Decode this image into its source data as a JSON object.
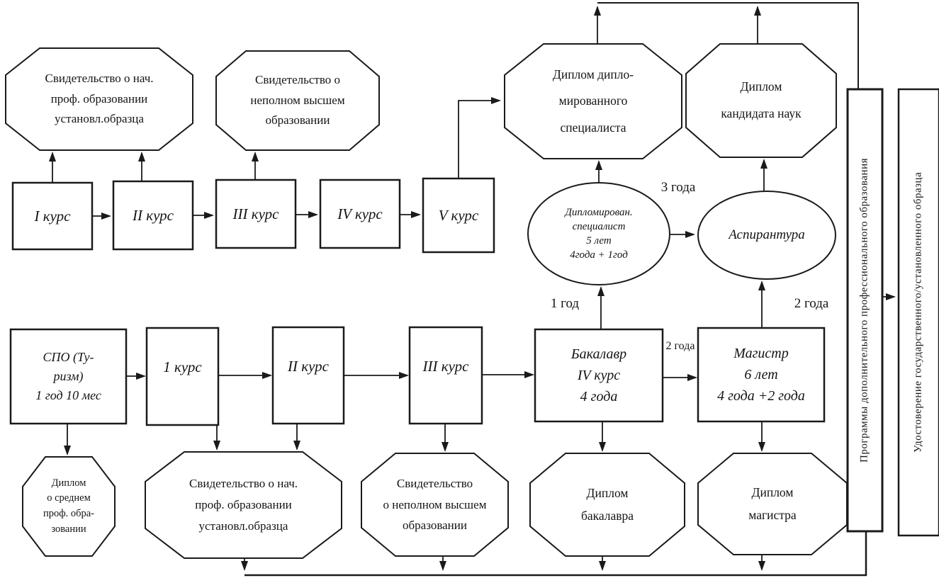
{
  "flowchart": {
    "top_row": {
      "octagons": [
        {
          "label": "Свидетельство о нач.\nпроф. образовании\nустановл.образца"
        },
        {
          "label": "Свидетельство о\nнеполном высшем\nобразовании"
        },
        {
          "label": "Диплом дипло-\nмированного\nспециалиста"
        },
        {
          "label": "Диплом\nкандидата наук"
        }
      ],
      "courses": [
        {
          "label": "I курс"
        },
        {
          "label": "II курс"
        },
        {
          "label": "III курс"
        },
        {
          "label": "IV курс"
        },
        {
          "label": "V курс"
        }
      ]
    },
    "ellipses": [
      {
        "label": "Дипломирован.\nспециалист\n5 лет\n4года + 1год"
      },
      {
        "label": "Аспирантура"
      }
    ],
    "duration_labels": {
      "three_years": "3 года",
      "one_year": "1 год",
      "two_years_right": "2 года",
      "two_years_mid": "2 года"
    },
    "bottom_row": {
      "courses": [
        {
          "label": "СПО (Ту-\nризм)\n1 год 10 мес"
        },
        {
          "label": "1 курс"
        },
        {
          "label": "II курс"
        },
        {
          "label": "III курс"
        },
        {
          "label": "Бакалавр\nIV курс\n4 года"
        },
        {
          "label": "Магистр\n6 лет\n4 года +2 года"
        }
      ],
      "octagons": [
        {
          "label": "Диплом\nо среднем\nпроф. обра-\nзовании"
        },
        {
          "label": "Свидетельство о нач.\nпроф. образовании\nустановл.образца"
        },
        {
          "label": "Свидетельство\nо неполном высшем\nобразовании"
        },
        {
          "label": "Диплом\nбакалавра"
        },
        {
          "label": "Диплом\nмагистра"
        }
      ]
    },
    "side_bars": [
      {
        "label": "Программы дополнительного профессионального образования"
      },
      {
        "label": "Удостоверение государственного/установленного образца"
      }
    ],
    "colors": {
      "line": "#1a1a1a",
      "background": "#ffffff"
    }
  }
}
